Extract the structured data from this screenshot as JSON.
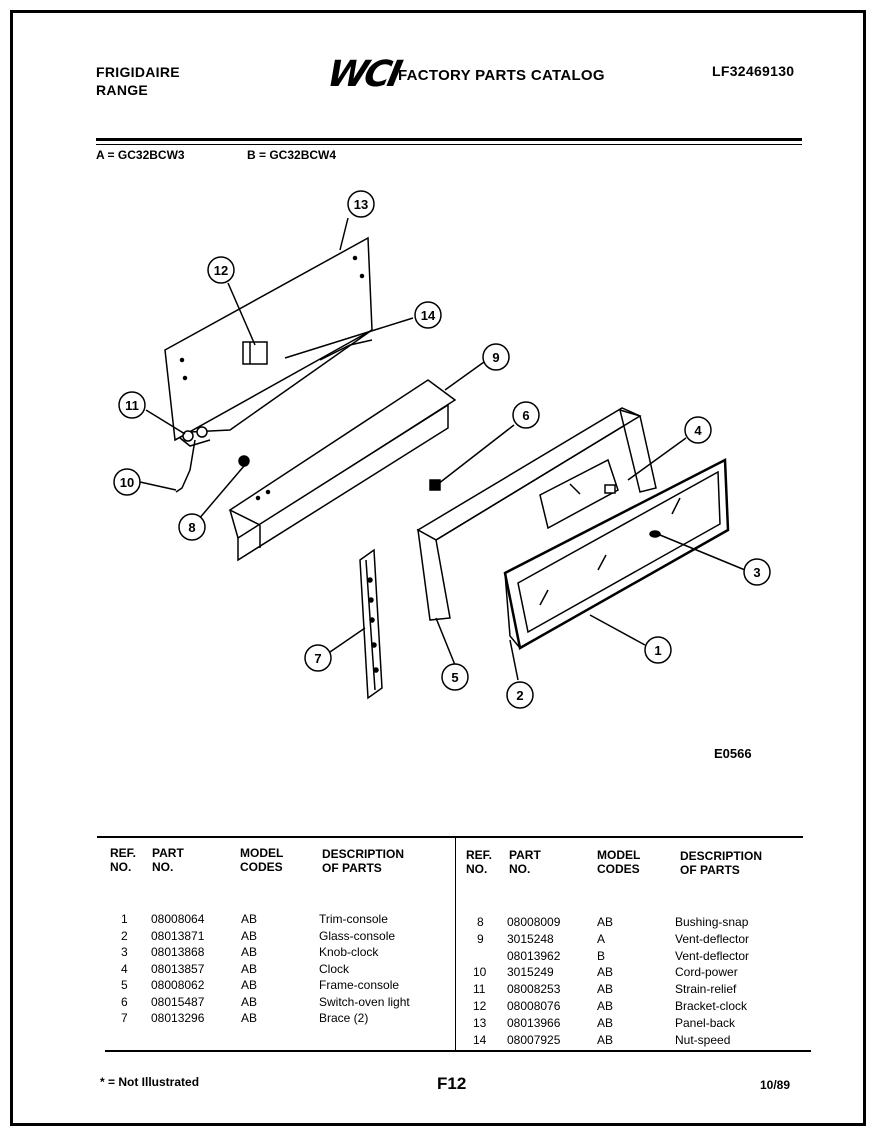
{
  "header": {
    "brand_line1": "FRIGIDAIRE",
    "brand_line2": "RANGE",
    "logo": "WCI",
    "catalog_title": "FACTORY PARTS CATALOG",
    "doc_number": "LF32469130"
  },
  "models": {
    "a": "A = GC32BCW3",
    "b": "B = GC32BCW4"
  },
  "diagram": {
    "callouts": [
      "1",
      "2",
      "3",
      "4",
      "5",
      "6",
      "7",
      "8",
      "9",
      "10",
      "11",
      "12",
      "13",
      "14"
    ],
    "figure_code": "E0566"
  },
  "table": {
    "headers": {
      "ref": [
        "REF.",
        "NO."
      ],
      "part": [
        "PART",
        "NO."
      ],
      "model": [
        "MODEL",
        "CODES"
      ],
      "desc": [
        "DESCRIPTION",
        "OF PARTS"
      ]
    },
    "left_rows": [
      {
        "ref": "1",
        "part": "08008064",
        "code": "AB",
        "desc": "Trim-console"
      },
      {
        "ref": "2",
        "part": "08013871",
        "code": "AB",
        "desc": "Glass-console"
      },
      {
        "ref": "3",
        "part": "08013868",
        "code": "AB",
        "desc": "Knob-clock"
      },
      {
        "ref": "4",
        "part": "08013857",
        "code": "AB",
        "desc": "Clock"
      },
      {
        "ref": "5",
        "part": "08008062",
        "code": "AB",
        "desc": "Frame-console"
      },
      {
        "ref": "6",
        "part": "08015487",
        "code": "AB",
        "desc": "Switch-oven light"
      },
      {
        "ref": "7",
        "part": "08013296",
        "code": "AB",
        "desc": "Brace (2)"
      }
    ],
    "right_rows": [
      {
        "ref": "8",
        "part": "08008009",
        "code": "AB",
        "desc": "Bushing-snap"
      },
      {
        "ref": "9",
        "part": "3015248",
        "code": "A",
        "desc": "Vent-deflector"
      },
      {
        "ref": "",
        "part": "08013962",
        "code": "B",
        "desc": "Vent-deflector"
      },
      {
        "ref": "10",
        "part": "3015249",
        "code": "AB",
        "desc": "Cord-power"
      },
      {
        "ref": "11",
        "part": "08008253",
        "code": "AB",
        "desc": "Strain-relief"
      },
      {
        "ref": "12",
        "part": "08008076",
        "code": "AB",
        "desc": "Bracket-clock"
      },
      {
        "ref": "13",
        "part": "08013966",
        "code": "AB",
        "desc": "Panel-back"
      },
      {
        "ref": "14",
        "part": "08007925",
        "code": "AB",
        "desc": "Nut-speed"
      }
    ]
  },
  "footer": {
    "footnote": "* = Not Illustrated",
    "page": "F12",
    "date": "10/89"
  }
}
